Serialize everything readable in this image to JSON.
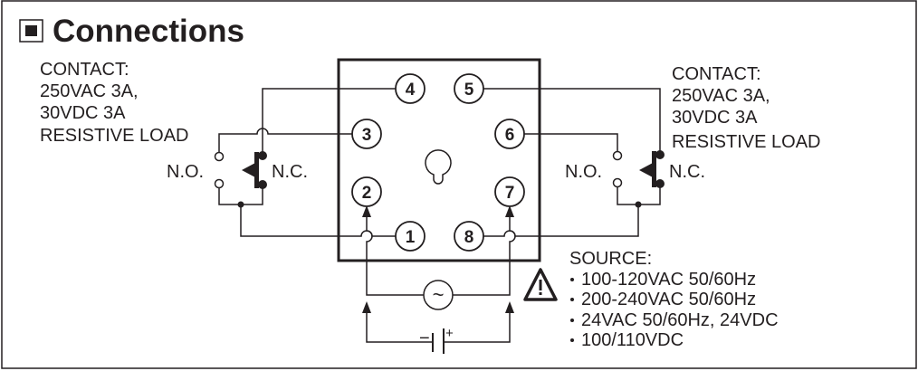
{
  "title": "Connections",
  "left_contact": {
    "lines": [
      "CONTACT:",
      "250VAC 3A,",
      "30VDC 3A",
      "RESISTIVE LOAD"
    ],
    "no_label": "N.O.",
    "nc_label": "N.C."
  },
  "right_contact": {
    "lines": [
      "CONTACT:",
      "250VAC 3A,",
      "30VDC 3A",
      "RESISTIVE LOAD"
    ],
    "no_label": "N.O.",
    "nc_label": "N.C."
  },
  "pins": [
    "1",
    "2",
    "3",
    "4",
    "5",
    "6",
    "7",
    "8"
  ],
  "source": {
    "heading": "SOURCE:",
    "items": [
      "100-120VAC 50/60Hz",
      "200-240VAC 50/60Hz",
      "24VAC 50/60Hz, 24VDC",
      "100/110VDC"
    ]
  },
  "battery": {
    "minus": "−",
    "plus": "+"
  },
  "ac_symbol": "~"
}
